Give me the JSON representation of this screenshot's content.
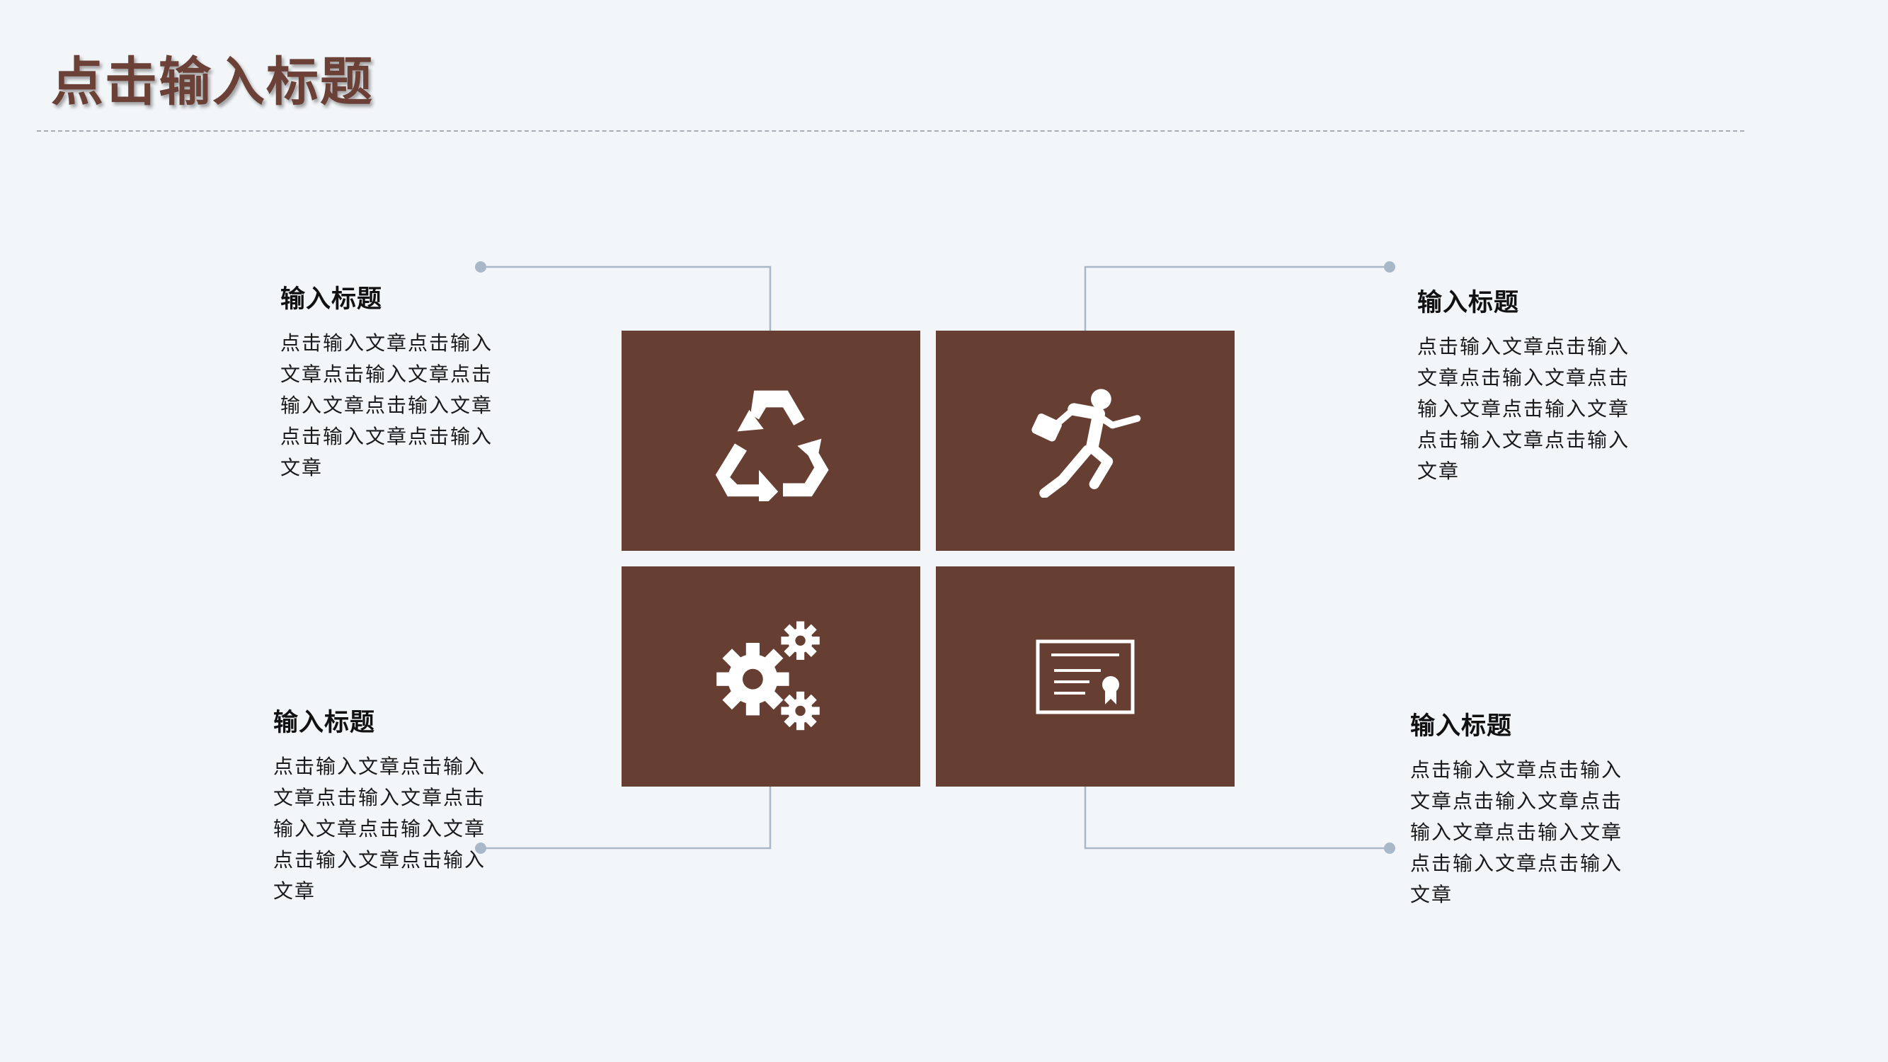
{
  "slide": {
    "title": "点击输入标题",
    "accent_color": "#663e32",
    "connector_color": "#a9b8c8"
  },
  "tiles": [
    {
      "icon": "recycle-icon"
    },
    {
      "icon": "running-businessman-icon"
    },
    {
      "icon": "gears-icon"
    },
    {
      "icon": "certificate-icon"
    }
  ],
  "blocks": {
    "top_left": {
      "heading": "输入标题",
      "body": "点击输入文章点击输入文章点击输入文章点击输入文章点击输入文章点击输入文章点击输入文章"
    },
    "top_right": {
      "heading": "输入标题",
      "body": "点击输入文章点击输入文章点击输入文章点击输入文章点击输入文章点击输入文章点击输入文章"
    },
    "bottom_left": {
      "heading": "输入标题",
      "body": "点击输入文章点击输入文章点击输入文章点击输入文章点击输入文章点击输入文章点击输入文章"
    },
    "bottom_right": {
      "heading": "输入标题",
      "body": "点击输入文章点击输入文章点击输入文章点击输入文章点击输入文章点击输入文章点击输入文章"
    }
  }
}
